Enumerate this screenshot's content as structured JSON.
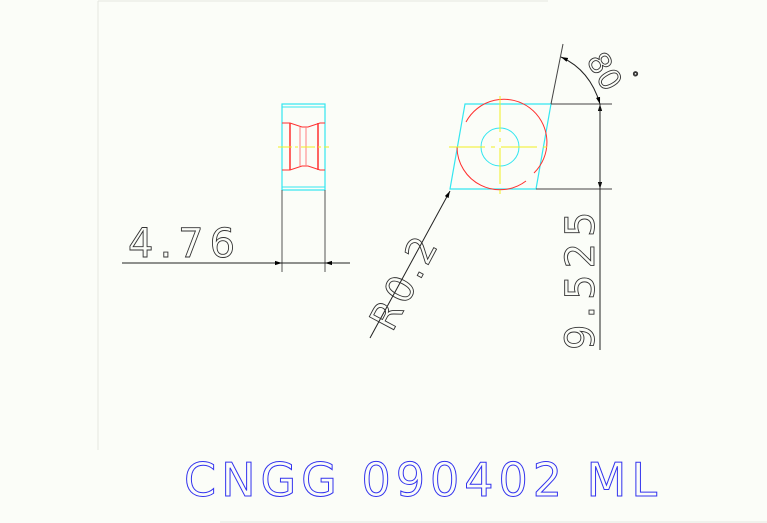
{
  "drawing": {
    "part_code": "CNGG 090402 ML",
    "dimensions": {
      "thickness": "4.76",
      "corner_radius": "R0.2",
      "inscribed_circle": "9.525",
      "angle_value": "80",
      "angle_unit": "°"
    },
    "colors": {
      "outline": "#33e6f0",
      "chipbreaker": "#ff3030",
      "centerline": "#f0f020",
      "dimension": "#333333",
      "title": "#3333ee",
      "background": "#fbfdf8"
    }
  }
}
